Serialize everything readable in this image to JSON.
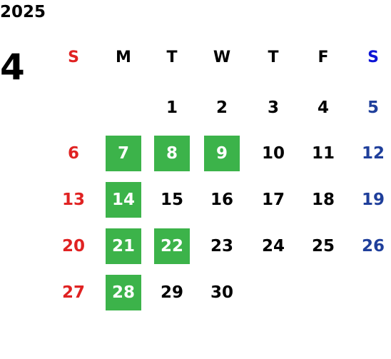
{
  "calendar": {
    "year": "2025",
    "month": "4",
    "weekdays": [
      "S",
      "M",
      "T",
      "W",
      "T",
      "F",
      "S"
    ],
    "weeks": [
      [
        "",
        "",
        "1",
        "2",
        "3",
        "4",
        "5"
      ],
      [
        "6",
        "7",
        "8",
        "9",
        "10",
        "11",
        "12"
      ],
      [
        "13",
        "14",
        "15",
        "16",
        "17",
        "18",
        "19"
      ],
      [
        "20",
        "21",
        "22",
        "23",
        "24",
        "25",
        "26"
      ],
      [
        "27",
        "28",
        "29",
        "30",
        "",
        "",
        ""
      ]
    ],
    "highlighted_days": [
      "7",
      "8",
      "9",
      "14",
      "21",
      "22",
      "28"
    ],
    "colors": {
      "sunday": "#e02222",
      "saturday": "#1f3f9b",
      "saturday_header": "#0c14d6",
      "highlight": "#3cb34a"
    }
  }
}
